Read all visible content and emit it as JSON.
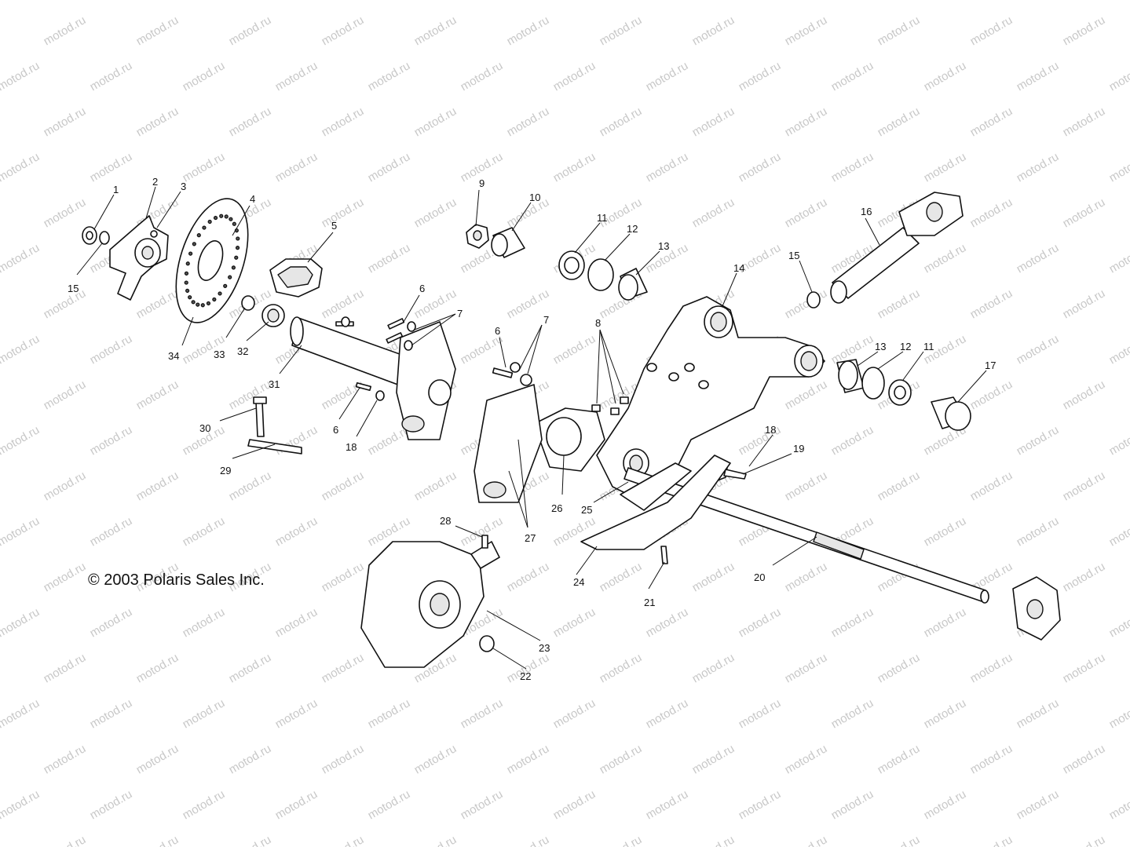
{
  "watermark": {
    "text": "motod.ru"
  },
  "copyright": "© 2003 Polaris Sales Inc.",
  "callouts": [
    {
      "id": "c1",
      "label": "1"
    },
    {
      "id": "c2",
      "label": "2"
    },
    {
      "id": "c3",
      "label": "3"
    },
    {
      "id": "c4",
      "label": "4"
    },
    {
      "id": "c5",
      "label": "5"
    },
    {
      "id": "c6a",
      "label": "6"
    },
    {
      "id": "c6b",
      "label": "6"
    },
    {
      "id": "c6c",
      "label": "6"
    },
    {
      "id": "c7a",
      "label": "7"
    },
    {
      "id": "c7b",
      "label": "7"
    },
    {
      "id": "c8",
      "label": "8"
    },
    {
      "id": "c9",
      "label": "9"
    },
    {
      "id": "c10",
      "label": "10"
    },
    {
      "id": "c11a",
      "label": "11"
    },
    {
      "id": "c11b",
      "label": "11"
    },
    {
      "id": "c12a",
      "label": "12"
    },
    {
      "id": "c12b",
      "label": "12"
    },
    {
      "id": "c13a",
      "label": "13"
    },
    {
      "id": "c13b",
      "label": "13"
    },
    {
      "id": "c14",
      "label": "14"
    },
    {
      "id": "c15a",
      "label": "15"
    },
    {
      "id": "c15b",
      "label": "15"
    },
    {
      "id": "c16",
      "label": "16"
    },
    {
      "id": "c17",
      "label": "17"
    },
    {
      "id": "c18a",
      "label": "18"
    },
    {
      "id": "c18b",
      "label": "18"
    },
    {
      "id": "c19",
      "label": "19"
    },
    {
      "id": "c20",
      "label": "20"
    },
    {
      "id": "c21",
      "label": "21"
    },
    {
      "id": "c22",
      "label": "22"
    },
    {
      "id": "c23",
      "label": "23"
    },
    {
      "id": "c24",
      "label": "24"
    },
    {
      "id": "c25",
      "label": "25"
    },
    {
      "id": "c26",
      "label": "26"
    },
    {
      "id": "c27",
      "label": "27"
    },
    {
      "id": "c28",
      "label": "28"
    },
    {
      "id": "c29",
      "label": "29"
    },
    {
      "id": "c30",
      "label": "30"
    },
    {
      "id": "c31",
      "label": "31"
    },
    {
      "id": "c32",
      "label": "32"
    },
    {
      "id": "c33",
      "label": "33"
    },
    {
      "id": "c34",
      "label": "34"
    }
  ]
}
